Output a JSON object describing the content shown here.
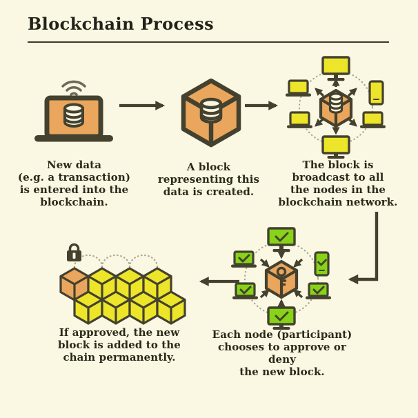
{
  "title": "Blockchain Process",
  "colors": {
    "background": "#FAF8E3",
    "outline_ink": "#44412F",
    "text": "#2B2919",
    "orange_block": "#E9A65C",
    "yellow_node": "#EDE529",
    "green_approved": "#87D318",
    "dotted_line": "#A9A694"
  },
  "steps": [
    {
      "name": "data-entry",
      "icon": "laptop-wifi-database-icon",
      "caption": "New data\n(e.g. a transaction)\nis entered into the\nblockchain."
    },
    {
      "name": "block-created",
      "icon": "block-cube-database-icon",
      "caption": "A block\nrepresenting this\ndata is created."
    },
    {
      "name": "block-broadcast",
      "icon": "broadcast-network-icon",
      "caption": "The block is\nbroadcast to all\nthe nodes in the\nblockchain network."
    },
    {
      "name": "approve-or-deny",
      "icon": "approval-network-icon",
      "caption": "Each node (participant)\nchooses to approve or deny\nthe new block."
    },
    {
      "name": "block-added",
      "icon": "blockchain-lock-icon",
      "caption": "If approved, the new\nblock is added to the\nchain permanently."
    }
  ]
}
